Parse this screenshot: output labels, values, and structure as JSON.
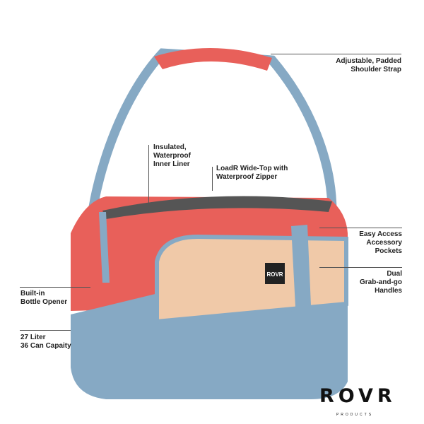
{
  "colors": {
    "coral": "#e8605a",
    "blue": "#86a9c4",
    "liner": "#f0c9a8",
    "zipper": "#444444"
  },
  "labels": {
    "strap": [
      "Adjustable, Padded",
      "Shoulder Strap"
    ],
    "liner": [
      "Insulated,",
      "Waterproof",
      "Inner Liner"
    ],
    "zipper": [
      "LoadR Wide-Top with",
      "Waterproof Zipper"
    ],
    "pockets": [
      "Easy Access",
      "Accessory",
      "Pockets"
    ],
    "handles": [
      "Dual",
      "Grab-and-go",
      "Handles"
    ],
    "opener": [
      "Built-in",
      "Bottle Opener"
    ],
    "capacity": [
      "27 Liter",
      "36 Can Capaity"
    ]
  },
  "patch_text": "ROVR",
  "logo": {
    "word": "ROVR",
    "sub": "PRODUCTS"
  }
}
